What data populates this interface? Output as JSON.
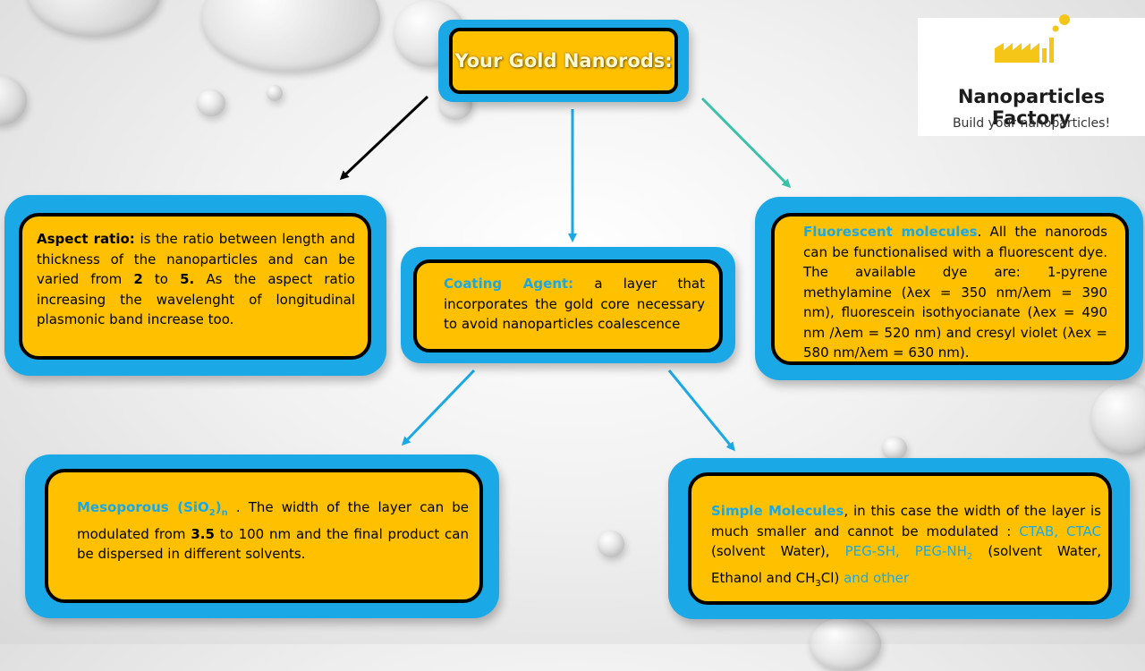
{
  "title": "Your Gold Nanorods:",
  "logo": {
    "name": "Nanoparticles Factory",
    "tagline": "Build your nanoparticles!",
    "icon": "factory-icon",
    "color": "#f5c518"
  },
  "colors": {
    "box_border": "#1aa9e6",
    "box_fill": "#ffc000",
    "highlight": "#1aa9e6",
    "teal_arrow": "#3cc0a8"
  },
  "aspect": {
    "label": "Aspect ratio:",
    "t1": " is the ratio between length and thickness of the nanoparticles and can be varied from ",
    "n1": "2",
    "t2": " to ",
    "n2": "5.",
    "t3": " As the aspect ratio increasing the wavelenght of longitudinal plasmonic band increase too."
  },
  "coating": {
    "label": "Coating Agent:",
    "text": " a layer that incorporates the gold core necessary to avoid nanoparticles coalescence"
  },
  "fluor": {
    "label": "Fluorescent molecules",
    "text": ". All the nanorods can be functionalised with a fluorescent dye. The available dye are: 1-pyrene methylamine (λex = 350 nm/λem = 390 nm), fluorescein isothyocianate (λex = 490 nm /λem = 520 nm) and cresyl violet (λex = 580 nm/λem = 630 nm)."
  },
  "meso": {
    "label": "Mesoporous (SiO",
    "sub2": "2",
    "close": ")",
    "subn": "n",
    "t1": " . The width of the layer can be modulated from ",
    "n1": "3.5",
    "t2": " to 100 nm and the final product can be dispersed in different solvents."
  },
  "simple": {
    "label": "Simple Molecules",
    "t1": ", in this case the width of the layer is much smaller and cannot be modulated : ",
    "ctab": "CTAB, CTAC",
    "t2": " (solvent Water), ",
    "peg": "PEG-SH, PEG-NH",
    "peg_sub": "2",
    "t3": " (solvent Water, Ethanol and CH",
    "ch_sub": "3",
    "t4": "Cl) ",
    "other": "and other"
  }
}
